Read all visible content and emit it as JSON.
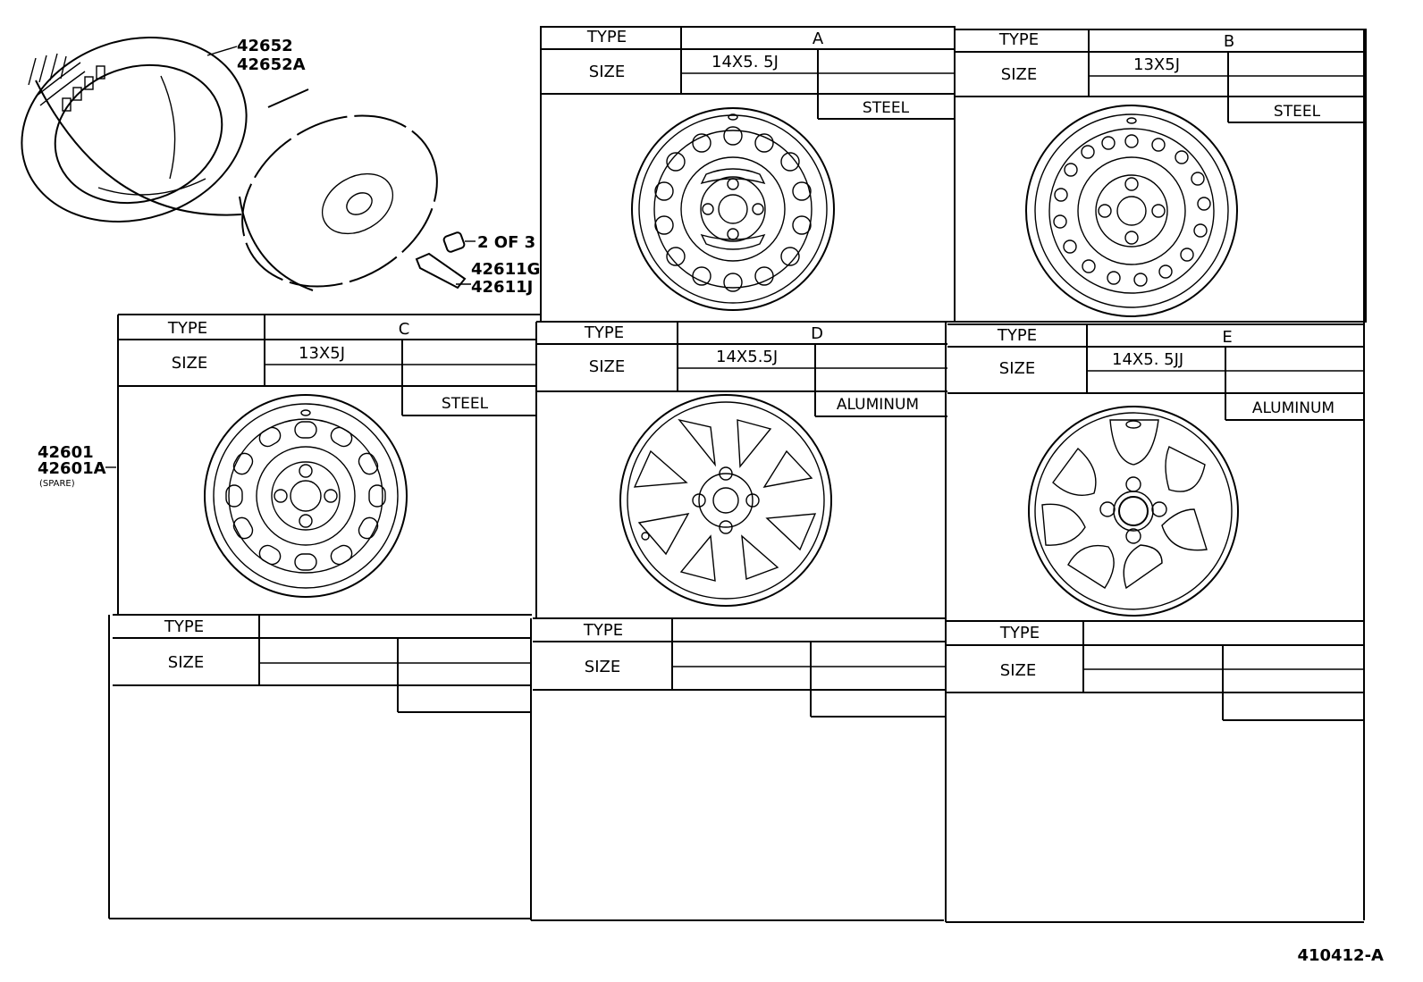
{
  "labels": {
    "type": "TYPE",
    "size": "SIZE"
  },
  "panels": {
    "A": {
      "type": "A",
      "size": "14X5. 5J",
      "material": "STEEL"
    },
    "B": {
      "type": "B",
      "size": "13X5J",
      "material": "STEEL"
    },
    "C": {
      "type": "C",
      "size": "13X5J",
      "material": "STEEL"
    },
    "D": {
      "type": "D",
      "size": "14X5.5J",
      "material": "ALUMINUM"
    },
    "E": {
      "type": "E",
      "size": "14X5. 5JJ",
      "material": "ALUMINUM"
    }
  },
  "parts": {
    "tire_1": "42652",
    "tire_2": "42652A",
    "valve_qty": "2 OF 3",
    "valve_1": "42611G",
    "valve_2": "42611J",
    "wheel_1": "42601",
    "wheel_2": "42601A",
    "wheel_note": "(SPARE)"
  },
  "figure_id": "410412-A"
}
